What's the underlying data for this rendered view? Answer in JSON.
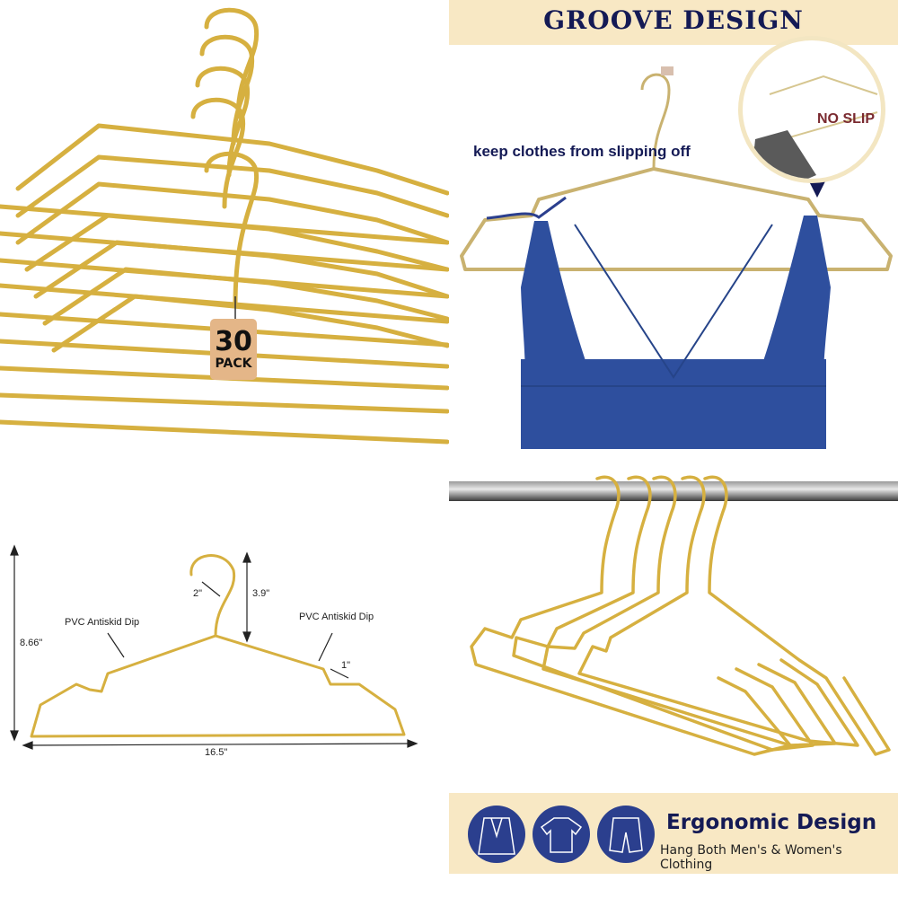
{
  "panels": {
    "top_left": {
      "tag": {
        "count": "30",
        "unit": "PACK"
      }
    },
    "top_right": {
      "banner_title": "GROOVE  DESIGN",
      "caption": "keep clothes from slipping off",
      "inset_label": "NO SLIP"
    },
    "bottom_left": {
      "dimensions": {
        "height": "8.66\"",
        "hook_width": "2\"",
        "hook_height": "3.9\"",
        "notch": "1\"",
        "width": "16.5\""
      },
      "labels": {
        "left": "PVC Antiskid Dip",
        "right": "PVC Antiskid Dip"
      }
    },
    "bottom_right": {
      "feature_title": "Ergonomic Design",
      "feature_subtitle": "Hang Both Men's & Women's Clothing",
      "icons": [
        "suit-jacket-icon",
        "t-shirt-icon",
        "shorts-icon"
      ]
    }
  },
  "colors": {
    "gold": "#d6b040",
    "navy": "#141a55",
    "cream": "#f8e8c4",
    "icon_blue": "#2b3f8e",
    "garment_blue": "#2e4f9e",
    "tag": "#e4b688"
  }
}
